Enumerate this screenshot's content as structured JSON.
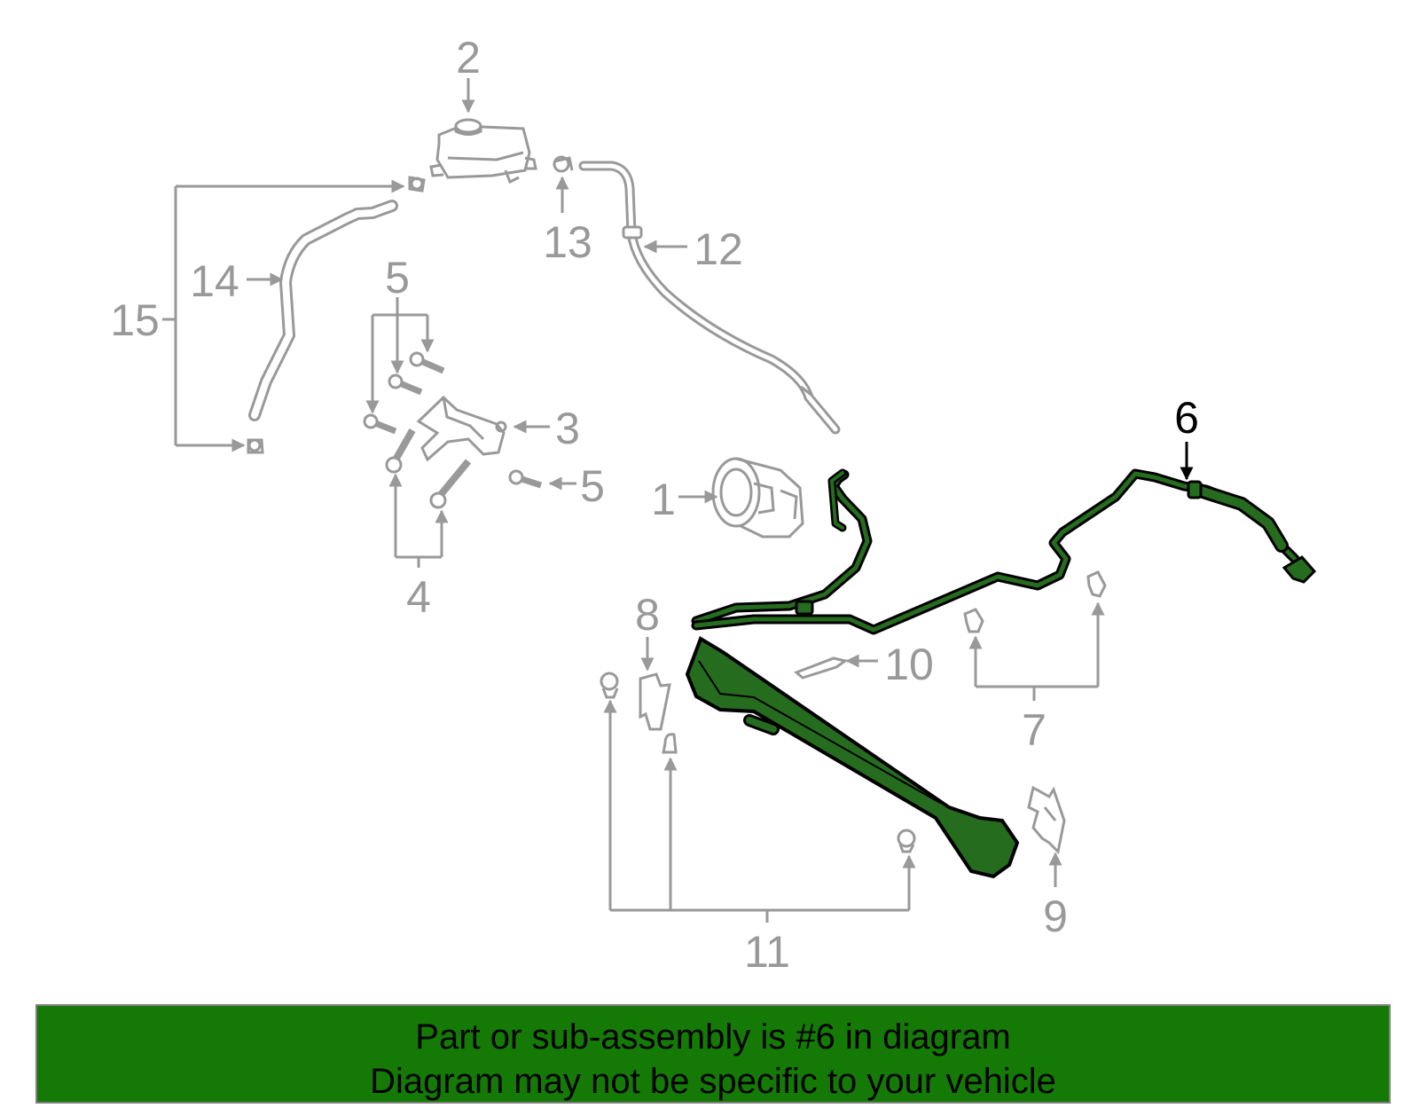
{
  "colors": {
    "background": "#ffffff",
    "part_line": "#999999",
    "highlight_fill": "#266c1f",
    "highlight_stroke": "#000000",
    "banner_bg": "#157a05",
    "banner_text": "#000000"
  },
  "callouts": {
    "c1": "1",
    "c2": "2",
    "c3": "3",
    "c4": "4",
    "c5a": "5",
    "c5b": "5",
    "c6": "6",
    "c7": "7",
    "c8": "8",
    "c9": "9",
    "c10": "10",
    "c11": "11",
    "c12": "12",
    "c13": "13",
    "c14": "14",
    "c15": "15"
  },
  "highlighted_part": "6",
  "banner": {
    "line1": "Part or sub-assembly is #6 in diagram",
    "line2": "Diagram may not be specific to your vehicle"
  }
}
